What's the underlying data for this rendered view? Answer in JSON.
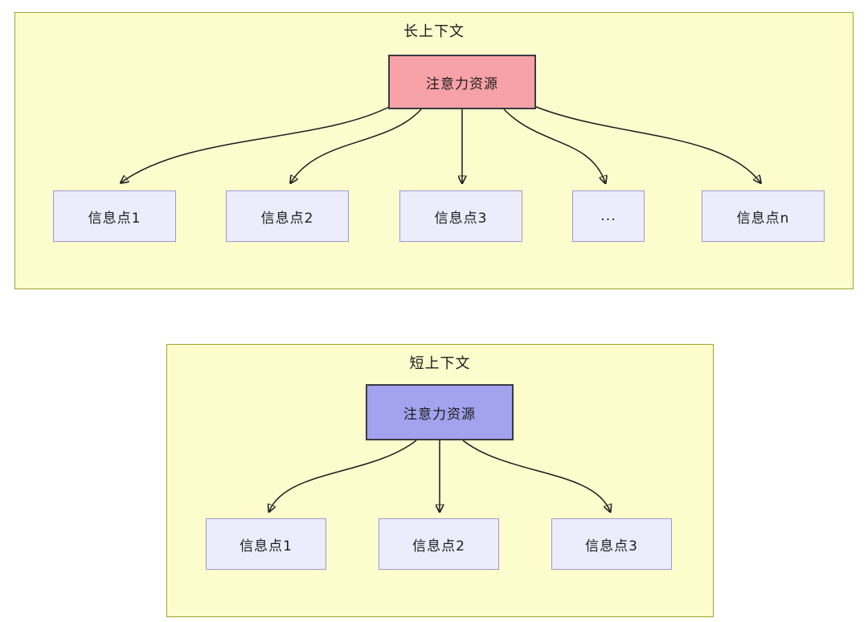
{
  "colors": {
    "group_bg": "#fcfccd",
    "group_border": "#a3a332",
    "attention_long_fill": "#f7a2a7",
    "attention_short_fill": "#a2a2ee",
    "attention_border": "#3a3a44",
    "info_fill": "#ececfd",
    "info_border": "#9b9bce",
    "arrow": "#1c1c1c",
    "text": "#1c1c1c"
  },
  "long_context": {
    "title": "长上下文",
    "attention_label": "注意力资源",
    "info_points": [
      "信息点1",
      "信息点2",
      "信息点3",
      "...",
      "信息点n"
    ]
  },
  "short_context": {
    "title": "短上下文",
    "attention_label": "注意力资源",
    "info_points": [
      "信息点1",
      "信息点2",
      "信息点3"
    ]
  }
}
